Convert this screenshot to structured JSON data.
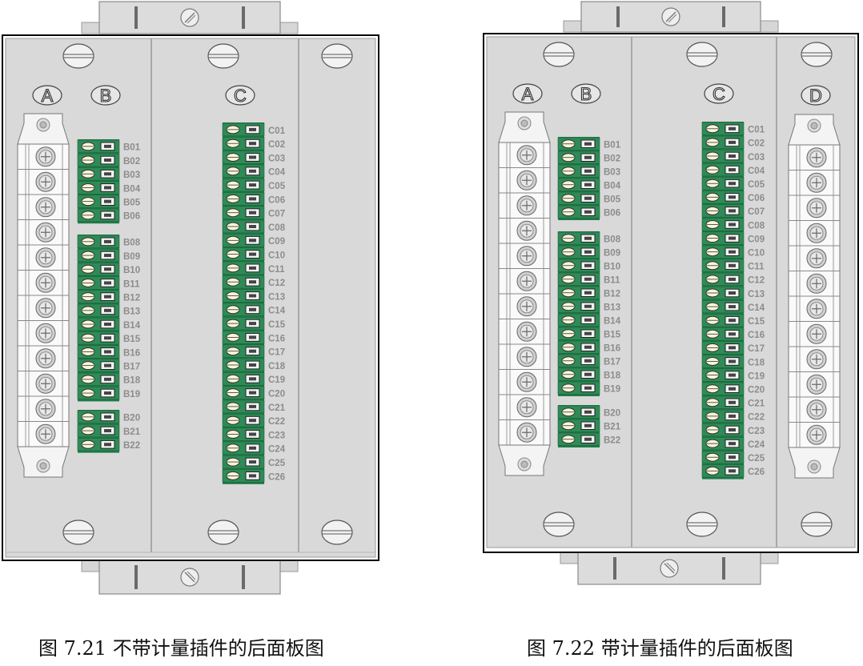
{
  "figures": [
    {
      "id": "fig-7-21",
      "caption": "图 7.21 不带计量插件的后面板图",
      "slot_labels": [
        "A",
        "B",
        "C"
      ],
      "b_groups": [
        [
          "B01",
          "B02",
          "B03",
          "B04",
          "B05",
          "B06"
        ],
        [
          "B08",
          "B09",
          "B10",
          "B11",
          "B12",
          "B13",
          "B14",
          "B15",
          "B16",
          "B17",
          "B18",
          "B19"
        ],
        [
          "B20",
          "B21",
          "B22"
        ]
      ],
      "c_terminals": [
        "C01",
        "C02",
        "C03",
        "C04",
        "C05",
        "C06",
        "C07",
        "C08",
        "C09",
        "C10",
        "C11",
        "C12",
        "C13",
        "C14",
        "C15",
        "C16",
        "C17",
        "C18",
        "C19",
        "C20",
        "C21",
        "C22",
        "C23",
        "C24",
        "C25",
        "C26"
      ],
      "a_screw_count": 12
    },
    {
      "id": "fig-7-22",
      "caption": "图 7.22 带计量插件的后面板图",
      "slot_labels": [
        "A",
        "B",
        "C",
        "D"
      ],
      "b_groups": [
        [
          "B01",
          "B02",
          "B03",
          "B04",
          "B05",
          "B06"
        ],
        [
          "B08",
          "B09",
          "B10",
          "B11",
          "B12",
          "B13",
          "B14",
          "B15",
          "B16",
          "B17",
          "B18",
          "B19"
        ],
        [
          "B20",
          "B21",
          "B22"
        ]
      ],
      "c_terminals": [
        "C01",
        "C02",
        "C03",
        "C04",
        "C05",
        "C06",
        "C07",
        "C08",
        "C09",
        "C10",
        "C11",
        "C12",
        "C13",
        "C14",
        "C15",
        "C16",
        "C17",
        "C18",
        "C19",
        "C20",
        "C21",
        "C22",
        "C23",
        "C24",
        "C25",
        "C26"
      ],
      "a_screw_count": 12,
      "d_screw_count": 12
    }
  ],
  "colors": {
    "panel": "#d9d9d9",
    "panel_border": "#000000",
    "divider": "#a8a8a8",
    "terminal_green": "#2e8b57",
    "terminal_green_light": "#3ea36a",
    "label_gray": "#8c8c8c",
    "block_white": "#f4f4f4"
  }
}
